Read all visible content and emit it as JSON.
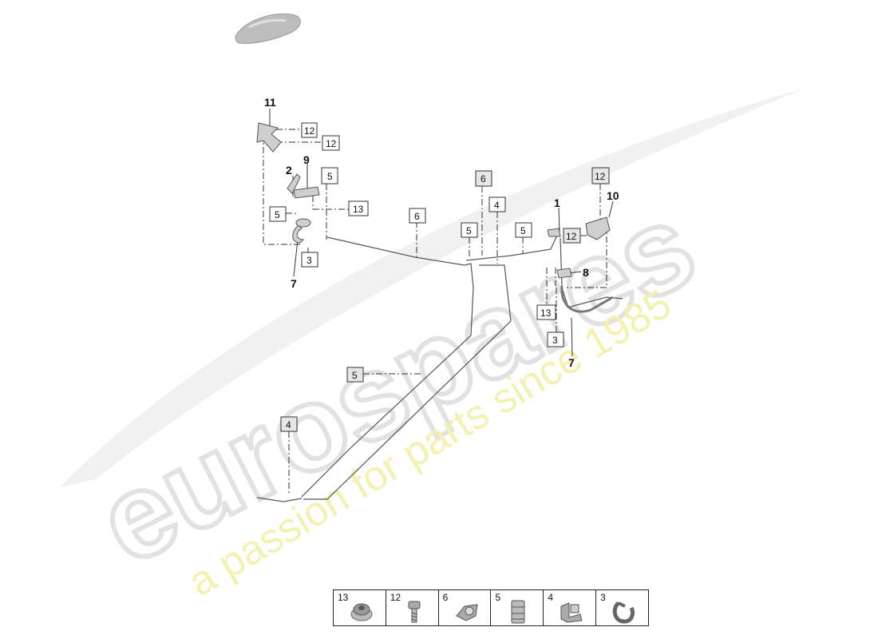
{
  "watermark": {
    "brand": "eurospares",
    "tagline": "a passion for parts since 1985",
    "brand_color": "#e6e6e6",
    "tagline_color": "#f3f0a8"
  },
  "callouts": {
    "c11": "11",
    "c2": "2",
    "c9": "9",
    "c7a": "7",
    "c1": "1",
    "c10": "10",
    "c8": "8",
    "c7b": "7"
  },
  "boxes": {
    "b12a": "12",
    "b12b": "12",
    "b5a": "5",
    "b13a": "13",
    "b5b": "5",
    "b3a": "3",
    "b6a": "6",
    "b6b": "6",
    "b4a": "4",
    "b5c": "5",
    "b5d": "5",
    "b12c": "12",
    "b12d": "12",
    "b13b": "13",
    "b3b": "3",
    "b5e": "5",
    "b4b": "4"
  },
  "legend": [
    {
      "num": "13",
      "icon": "grommet-icon"
    },
    {
      "num": "12",
      "icon": "bolt-icon"
    },
    {
      "num": "6",
      "icon": "clip-icon"
    },
    {
      "num": "5",
      "icon": "clamp-icon"
    },
    {
      "num": "4",
      "icon": "bracket-icon"
    },
    {
      "num": "3",
      "icon": "ring-clip-icon"
    }
  ]
}
